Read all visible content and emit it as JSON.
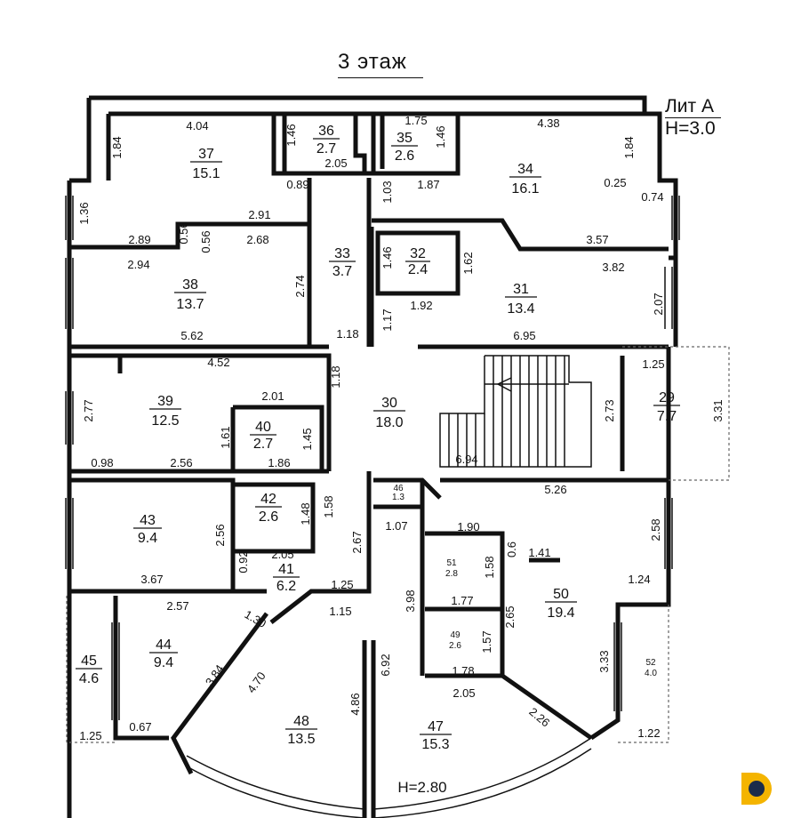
{
  "header": {
    "floor_title": "3 этаж",
    "lit_label": "Лит А",
    "height_label": "H=3.0"
  },
  "rooms": [
    {
      "n": "37",
      "a": "15.1"
    },
    {
      "n": "36",
      "a": "2.7"
    },
    {
      "n": "35",
      "a": "2.6"
    },
    {
      "n": "34",
      "a": "16.1"
    },
    {
      "n": "38",
      "a": "13.7"
    },
    {
      "n": "33",
      "a": "3.7"
    },
    {
      "n": "32",
      "a": "2.4"
    },
    {
      "n": "31",
      "a": "13.4"
    },
    {
      "n": "39",
      "a": "12.5"
    },
    {
      "n": "40",
      "a": "2.7"
    },
    {
      "n": "30",
      "a": "18.0"
    },
    {
      "n": "29",
      "a": "7.7"
    },
    {
      "n": "43",
      "a": "9.4"
    },
    {
      "n": "42",
      "a": "2.6"
    },
    {
      "n": "41",
      "a": "6.2"
    },
    {
      "n": "46",
      "a": "1.3"
    },
    {
      "n": "51",
      "a": "2.8"
    },
    {
      "n": "50",
      "a": "19.4"
    },
    {
      "n": "44",
      "a": "9.4"
    },
    {
      "n": "45",
      "a": "4.6"
    },
    {
      "n": "49",
      "a": "2.6"
    },
    {
      "n": "52",
      "a": "4.0"
    },
    {
      "n": "48",
      "a": "13.5"
    },
    {
      "n": "47",
      "a": "15.3"
    }
  ],
  "dimensions": [
    "4.04",
    "1.84",
    "1.46",
    "2.05",
    "0.89",
    "1.75",
    "1.46",
    "1.03",
    "1.87",
    "4.38",
    "1.84",
    "0.25",
    "0.74",
    "1.36",
    "2.91",
    "2.89",
    "0.56",
    "0.56",
    "2.68",
    "2.94",
    "2.74",
    "5.62",
    "1.46",
    "1.62",
    "1.92",
    "3.57",
    "3.82",
    "2.07",
    "1.18",
    "1.17",
    "6.95",
    "4.52",
    "1.18",
    "2.77",
    "2.01",
    "1.61",
    "1.45",
    "0.98",
    "2.56",
    "1.86",
    "1.25",
    "3.31",
    "2.73",
    "6.94",
    "5.26",
    "1.58",
    "1.48",
    "2.56",
    "0.92",
    "2.05",
    "2.67",
    "1.07",
    "1.90",
    "1.58",
    "0.6",
    "1.41",
    "2.58",
    "3.67",
    "1.25",
    "1.77",
    "3.98",
    "1.24",
    "1.15",
    "2.57",
    "1.30",
    "2.65",
    "1.57",
    "6.92",
    "3.33",
    "1.78",
    "3.84",
    "4.70",
    "4.86",
    "2.05",
    "2.26",
    "1.25",
    "0.67",
    "1.22"
  ],
  "footer": {
    "ceiling_height": "H=2.80"
  },
  "brand": {
    "logo_color": "#f4b400",
    "logo_dark": "#1a2b4a"
  }
}
